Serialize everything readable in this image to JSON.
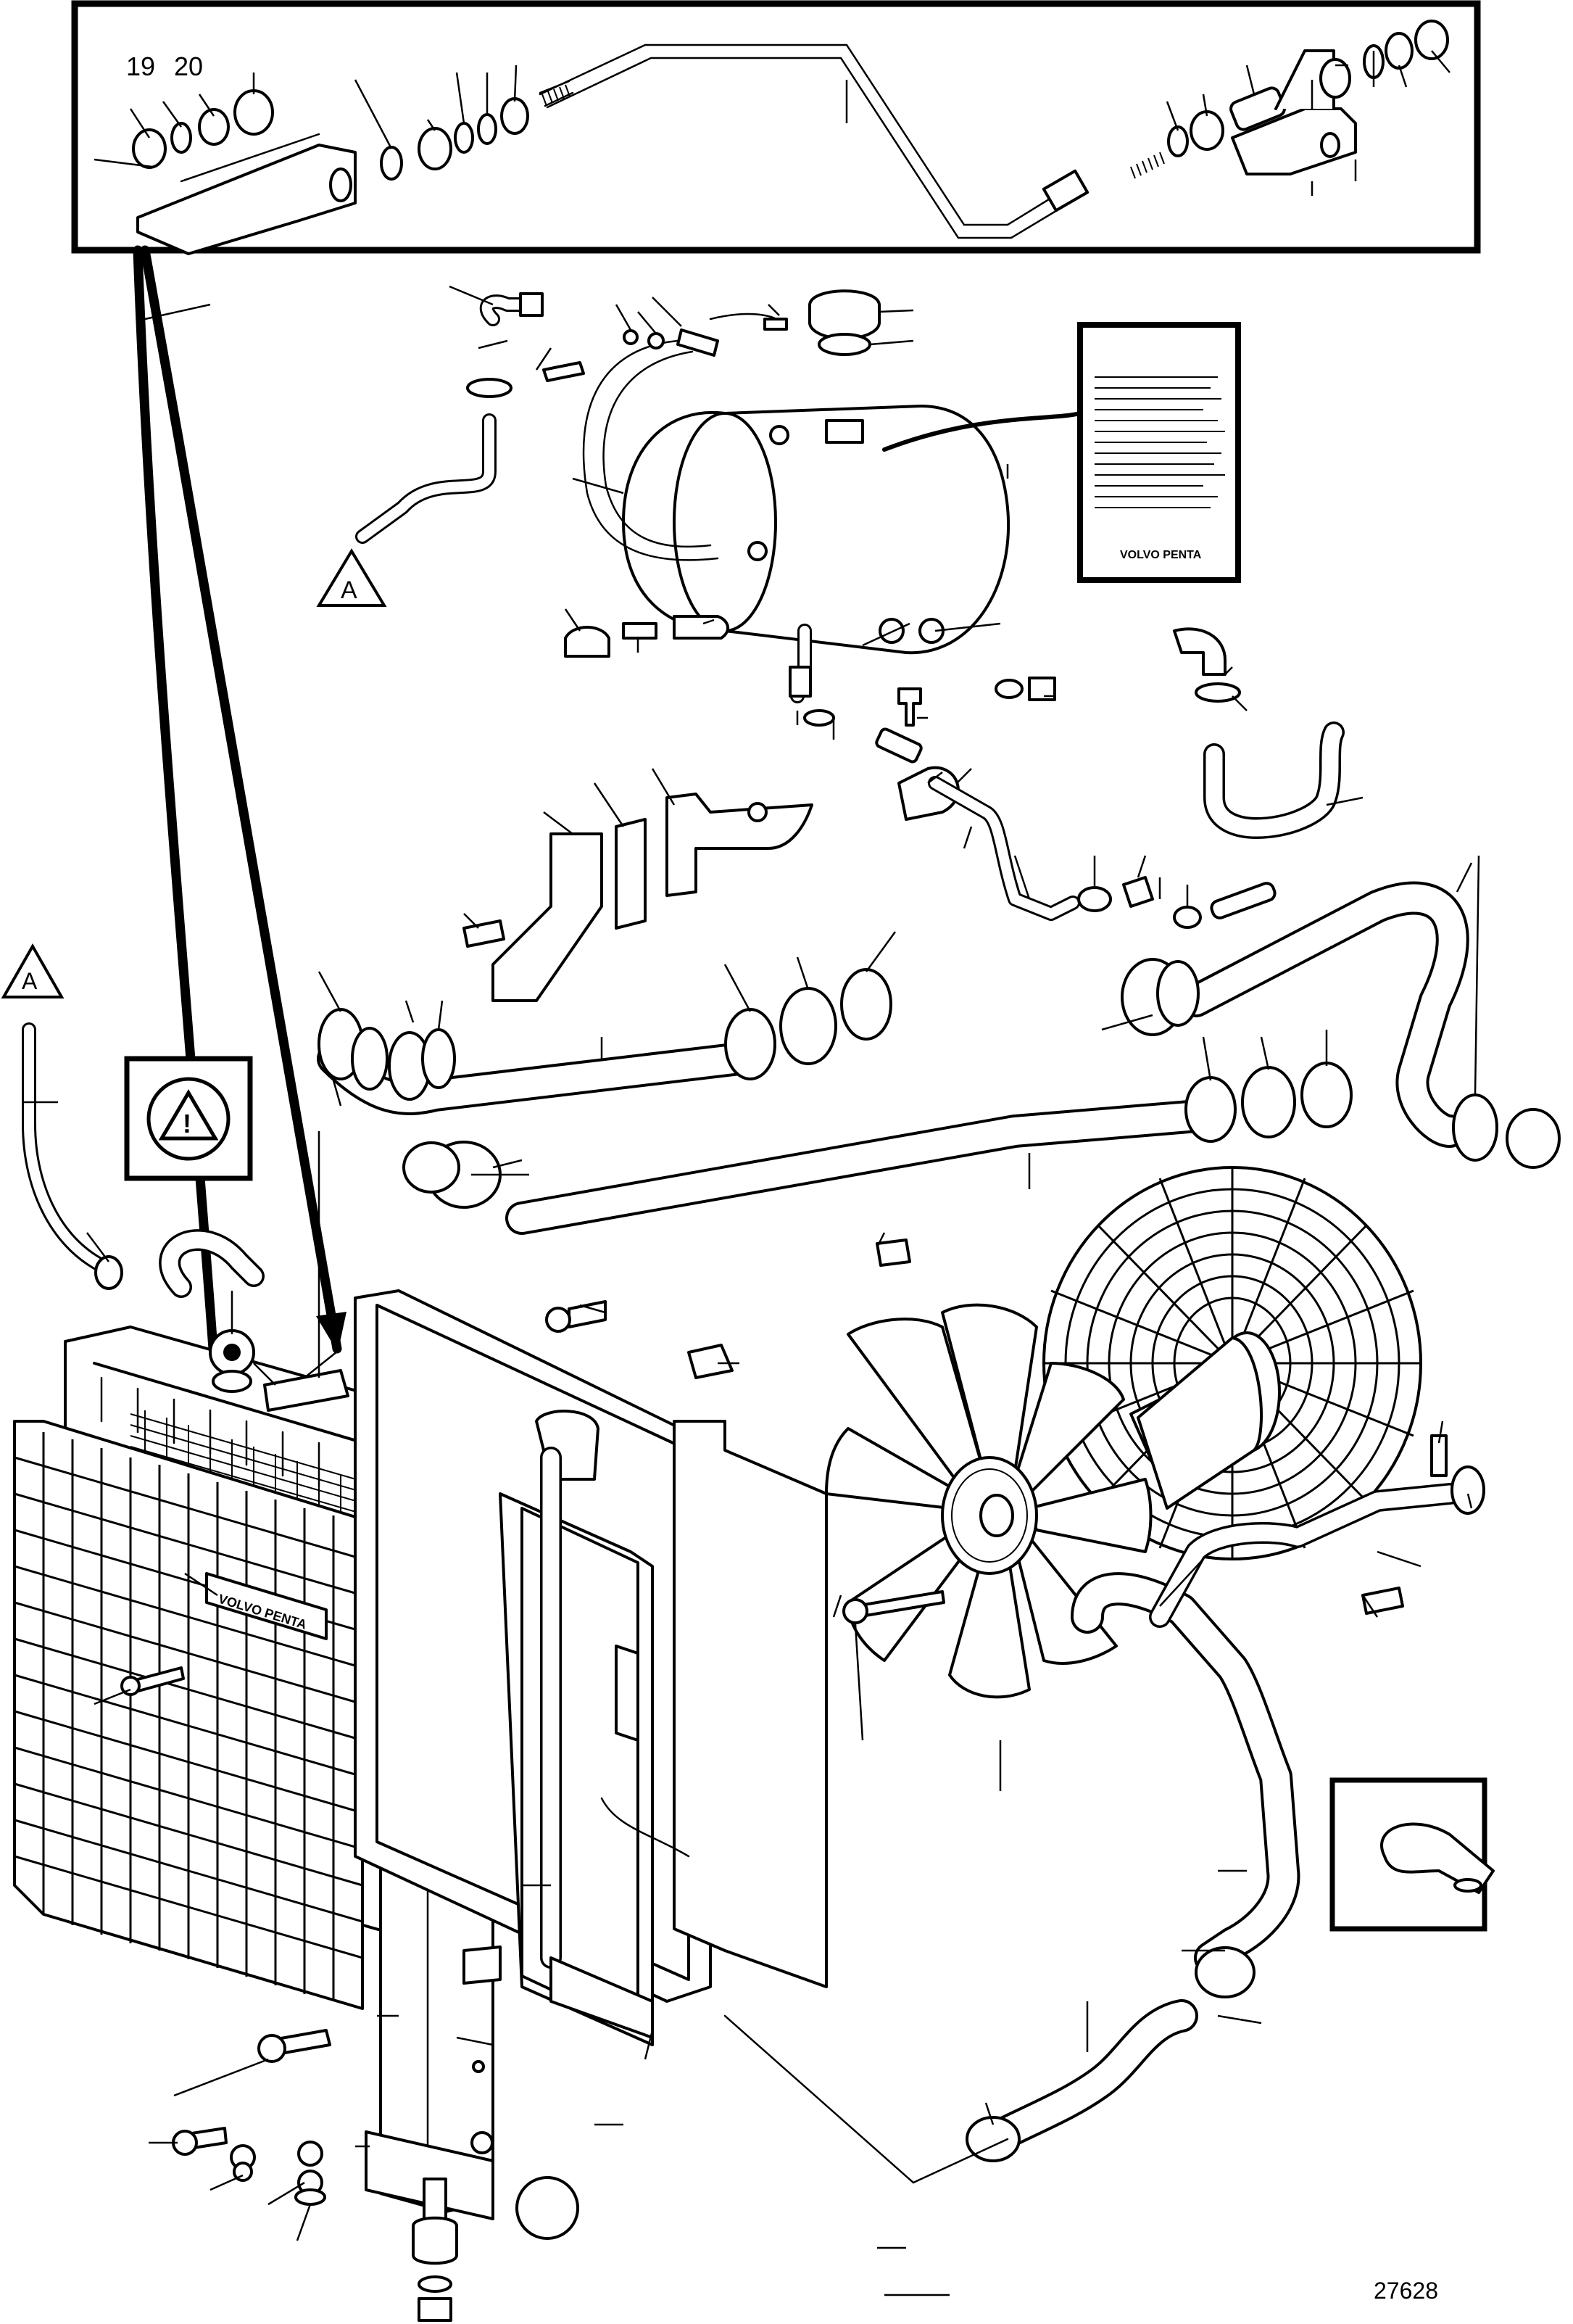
{
  "figure": {
    "figure_number": "27628",
    "detail_labels": [
      "19",
      "20"
    ],
    "reference_marker_letter": "A",
    "warning_symbol": "!",
    "decal_text": "VOLVO PENTA",
    "badge_text": "VOLVO PENTA"
  },
  "icons": {
    "warning": "warning-triangle-icon",
    "clamp": "p-clamp-icon",
    "reference": "reference-triangle-icon"
  },
  "colors": {
    "ink": "#000000",
    "paper": "#ffffff"
  }
}
